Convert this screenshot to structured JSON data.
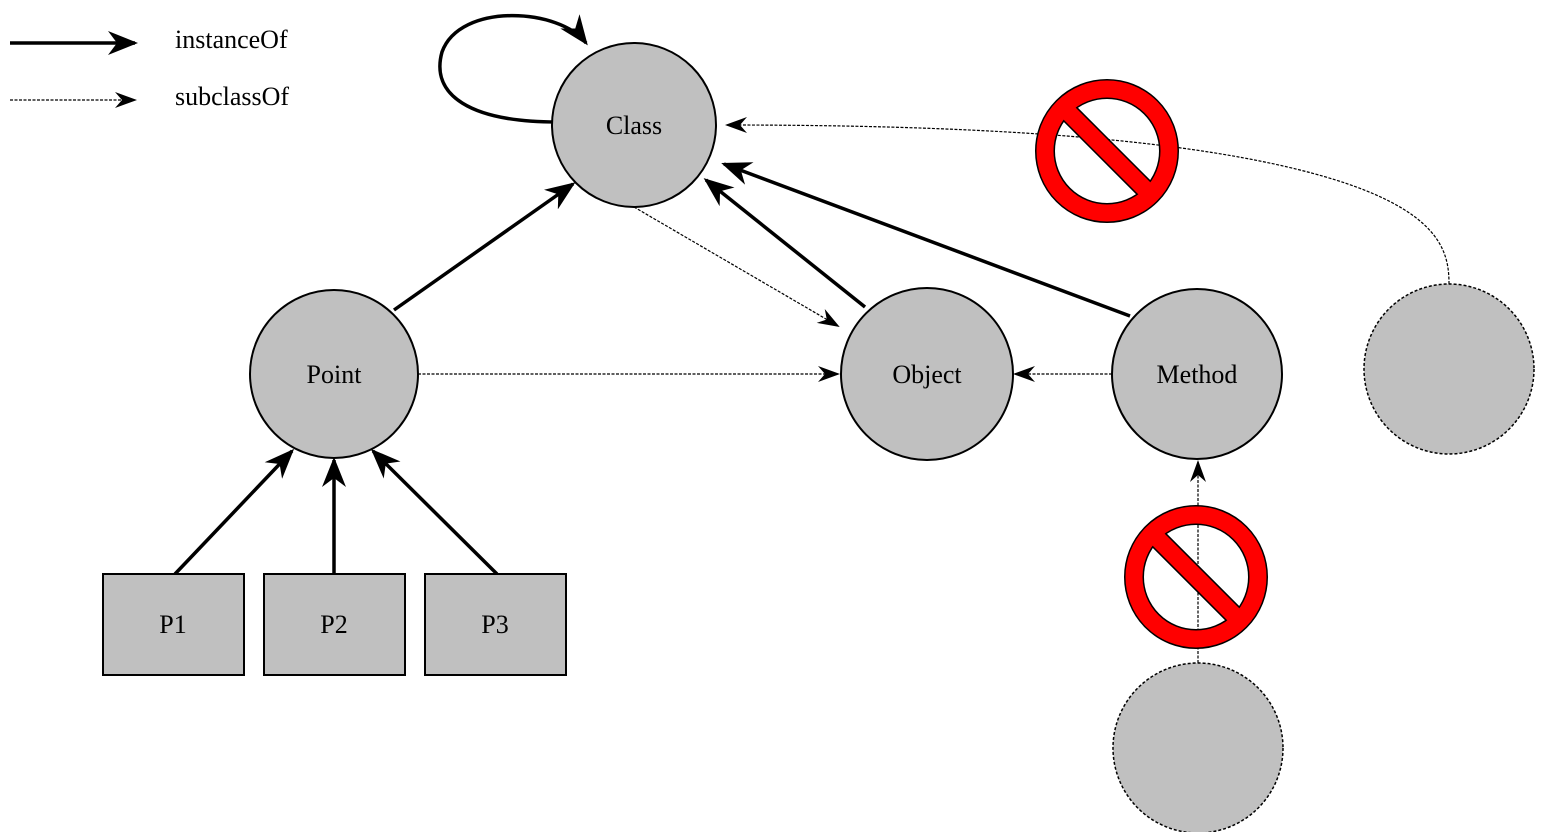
{
  "legend": {
    "instance_label": "instanceOf",
    "subclass_label": "subclassOf"
  },
  "nodes": {
    "class": "Class",
    "point": "Point",
    "object": "Object",
    "method": "Method",
    "p1": "P1",
    "p2": "P2",
    "p3": "P3",
    "unnamed_right": "",
    "unnamed_bottom": ""
  },
  "edges": [
    {
      "from": "Class",
      "to": "Class",
      "relation": "instanceOf"
    },
    {
      "from": "Point",
      "to": "Class",
      "relation": "instanceOf"
    },
    {
      "from": "Object",
      "to": "Class",
      "relation": "instanceOf"
    },
    {
      "from": "Method",
      "to": "Class",
      "relation": "instanceOf"
    },
    {
      "from": "P1",
      "to": "Point",
      "relation": "instanceOf"
    },
    {
      "from": "P2",
      "to": "Point",
      "relation": "instanceOf"
    },
    {
      "from": "P3",
      "to": "Point",
      "relation": "instanceOf"
    },
    {
      "from": "Class",
      "to": "Object",
      "relation": "subclassOf"
    },
    {
      "from": "Point",
      "to": "Object",
      "relation": "subclassOf"
    },
    {
      "from": "Method",
      "to": "Object",
      "relation": "subclassOf"
    },
    {
      "from": "unnamed_right",
      "to": "Class",
      "relation": "subclassOf",
      "prohibited": true
    },
    {
      "from": "unnamed_bottom",
      "to": "Method",
      "relation": "subclassOf",
      "prohibited": true
    }
  ],
  "colors": {
    "node_fill": "#c0c0c0",
    "prohibit_sign": "#ff0000",
    "line": "#000000"
  },
  "icons": [
    "prohibited-sign-icon"
  ]
}
